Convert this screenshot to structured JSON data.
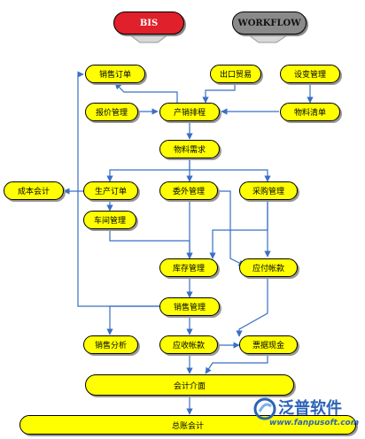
{
  "badges": {
    "bis": "BIS",
    "workflow": "WORKFLOW"
  },
  "nodes": {
    "sales_order": "销售订单",
    "export_trade": "出口贸易",
    "design_mgmt": "设变管理",
    "quotation_mgmt": "报价管理",
    "production_planning": "产销排程",
    "bom": "物料清单",
    "material_requirement": "物料需求",
    "cost_accounting": "成本会计",
    "production_order": "生产订单",
    "outsourcing_mgmt": "委外管理",
    "purchasing_mgmt": "采购管理",
    "workshop_mgmt": "车间管理",
    "inventory_mgmt": "库存管理",
    "accounts_payable": "应付帐款",
    "sales_mgmt": "销售管理",
    "sales_analysis": "销售分析",
    "accounts_receivable": "应收帐款",
    "notes_cash": "票据现金",
    "accounting_interface": "会计介面",
    "general_ledger": "总账会计"
  },
  "watermark": {
    "brand": "泛普软件",
    "url": "www.fanpusoft.com"
  },
  "colors": {
    "node_fill": "#ffff00",
    "arrow": "#3a6fc4",
    "bis_badge": "#e0202a",
    "workflow_badge": "#8a8a8a",
    "watermark": "#2b63b6"
  }
}
